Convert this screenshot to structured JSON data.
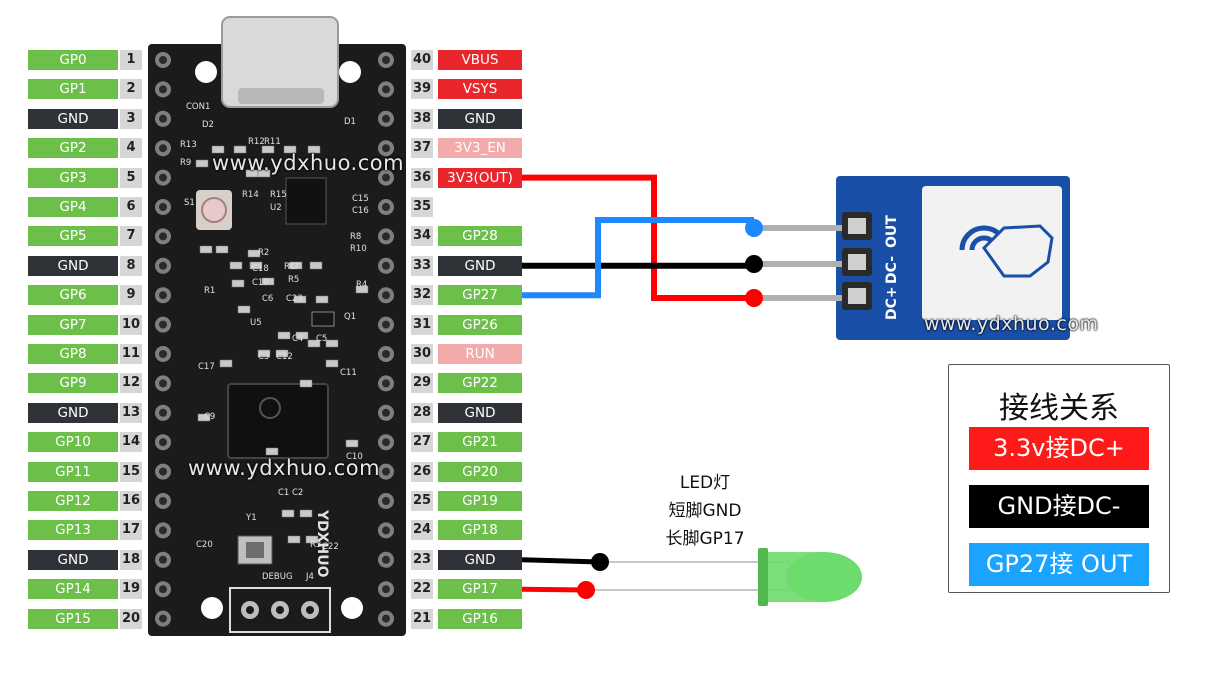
{
  "left_pins": [
    {
      "num": "1",
      "label": "GP0",
      "kind": "gp"
    },
    {
      "num": "2",
      "label": "GP1",
      "kind": "gp"
    },
    {
      "num": "3",
      "label": "GND",
      "kind": "gnd"
    },
    {
      "num": "4",
      "label": "GP2",
      "kind": "gp"
    },
    {
      "num": "5",
      "label": "GP3",
      "kind": "gp"
    },
    {
      "num": "6",
      "label": "GP4",
      "kind": "gp"
    },
    {
      "num": "7",
      "label": "GP5",
      "kind": "gp"
    },
    {
      "num": "8",
      "label": "GND",
      "kind": "gnd"
    },
    {
      "num": "9",
      "label": "GP6",
      "kind": "gp"
    },
    {
      "num": "10",
      "label": "GP7",
      "kind": "gp"
    },
    {
      "num": "11",
      "label": "GP8",
      "kind": "gp"
    },
    {
      "num": "12",
      "label": "GP9",
      "kind": "gp"
    },
    {
      "num": "13",
      "label": "GND",
      "kind": "gnd"
    },
    {
      "num": "14",
      "label": "GP10",
      "kind": "gp"
    },
    {
      "num": "15",
      "label": "GP11",
      "kind": "gp"
    },
    {
      "num": "16",
      "label": "GP12",
      "kind": "gp"
    },
    {
      "num": "17",
      "label": "GP13",
      "kind": "gp"
    },
    {
      "num": "18",
      "label": "GND",
      "kind": "gnd"
    },
    {
      "num": "19",
      "label": "GP14",
      "kind": "gp"
    },
    {
      "num": "20",
      "label": "GP15",
      "kind": "gp"
    }
  ],
  "right_pins": [
    {
      "num": "40",
      "label": "VBUS",
      "kind": "power"
    },
    {
      "num": "39",
      "label": "VSYS",
      "kind": "power"
    },
    {
      "num": "38",
      "label": "GND",
      "kind": "gnd"
    },
    {
      "num": "37",
      "label": "3V3_EN",
      "kind": "light"
    },
    {
      "num": "36",
      "label": "3V3(OUT)",
      "kind": "power"
    },
    {
      "num": "35",
      "label": "",
      "kind": "none"
    },
    {
      "num": "34",
      "label": "GP28",
      "kind": "gp"
    },
    {
      "num": "33",
      "label": "GND",
      "kind": "gnd"
    },
    {
      "num": "32",
      "label": "GP27",
      "kind": "gp"
    },
    {
      "num": "31",
      "label": "GP26",
      "kind": "gp"
    },
    {
      "num": "30",
      "label": "RUN",
      "kind": "light"
    },
    {
      "num": "29",
      "label": "GP22",
      "kind": "gp"
    },
    {
      "num": "28",
      "label": "GND",
      "kind": "gnd"
    },
    {
      "num": "27",
      "label": "GP21",
      "kind": "gp"
    },
    {
      "num": "26",
      "label": "GP20",
      "kind": "gp"
    },
    {
      "num": "25",
      "label": "GP19",
      "kind": "gp"
    },
    {
      "num": "24",
      "label": "GP18",
      "kind": "gp"
    },
    {
      "num": "23",
      "label": "GND",
      "kind": "gnd"
    },
    {
      "num": "22",
      "label": "GP17",
      "kind": "gp"
    },
    {
      "num": "21",
      "label": "GP16",
      "kind": "gp"
    }
  ],
  "colors": {
    "gp": "#6cc04a",
    "gnd": "#2f3338",
    "power": "#e8262b",
    "light": "#f2aaaa",
    "wire_red": "#ff0000",
    "wire_black": "#000000",
    "wire_blue": "#1e88ff",
    "board": "#1b1b1b",
    "module": "#1a4fa8",
    "led_green": "#6ddc6d",
    "legend_blue": "#1aa3ff"
  },
  "board": {
    "watermark": "www.ydxhuo.com",
    "brand": "YDXHUO",
    "silk_labels": [
      "CON1",
      "D2",
      "D1",
      "R13",
      "R9",
      "R12",
      "R11",
      "S1",
      "R14",
      "R15",
      "U2",
      "C15",
      "C16",
      "R8",
      "R10",
      "R2",
      "C18",
      "C19",
      "RC",
      "R7",
      "R5",
      "R1",
      "C6",
      "C23",
      "R4",
      "U5",
      "Q1",
      "C4",
      "C5",
      "C3",
      "C12",
      "C17",
      "C11",
      "C9",
      "C10",
      "C1",
      "C2",
      "Y1",
      "C20",
      "R3",
      "C22",
      "DEBUG",
      "J4"
    ]
  },
  "sensor": {
    "pins": [
      "OUT",
      "DC-",
      "DC+"
    ],
    "watermark": "www.ydxhuo.com"
  },
  "led": {
    "lines": [
      "LED灯",
      "短脚GND",
      "长脚GP17"
    ]
  },
  "legend": {
    "title": "接线关系",
    "rows": [
      {
        "text": "3.3v接DC+",
        "color": "#ff1a1a"
      },
      {
        "text": "GND接DC-",
        "color": "#000000"
      },
      {
        "text": "GP27接 OUT",
        "color": "#1aa3ff"
      }
    ]
  }
}
